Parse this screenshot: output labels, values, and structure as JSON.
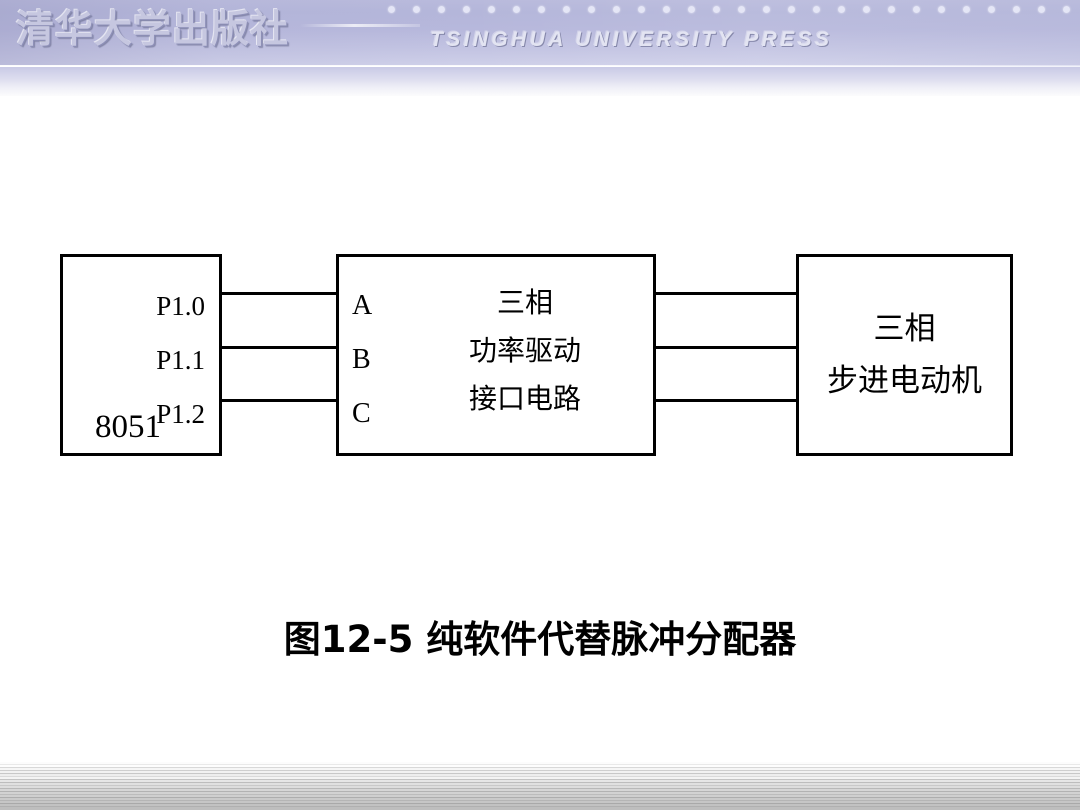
{
  "header": {
    "brand_cn": "清华大学出版社",
    "brand_en": "TSINGHUA UNIVERSITY PRESS",
    "dot_count": 28,
    "band_color": "#b6b7da",
    "fade_color": "#dcdcee"
  },
  "diagram": {
    "nodes": [
      {
        "id": "mcu",
        "pins": [
          "P1.0",
          "P1.1",
          "P1.2"
        ],
        "name": "8051"
      },
      {
        "id": "driver",
        "pins": [
          "A",
          "B",
          "C"
        ],
        "lines": [
          "三相",
          "功率驱动",
          "接口电路"
        ]
      },
      {
        "id": "motor",
        "lines": [
          "三相",
          "步进电动机"
        ]
      }
    ],
    "wire_color": "#000000",
    "box_border_color": "#000000"
  },
  "caption": {
    "text": "图12-5 纯软件代替脉冲分配器"
  }
}
